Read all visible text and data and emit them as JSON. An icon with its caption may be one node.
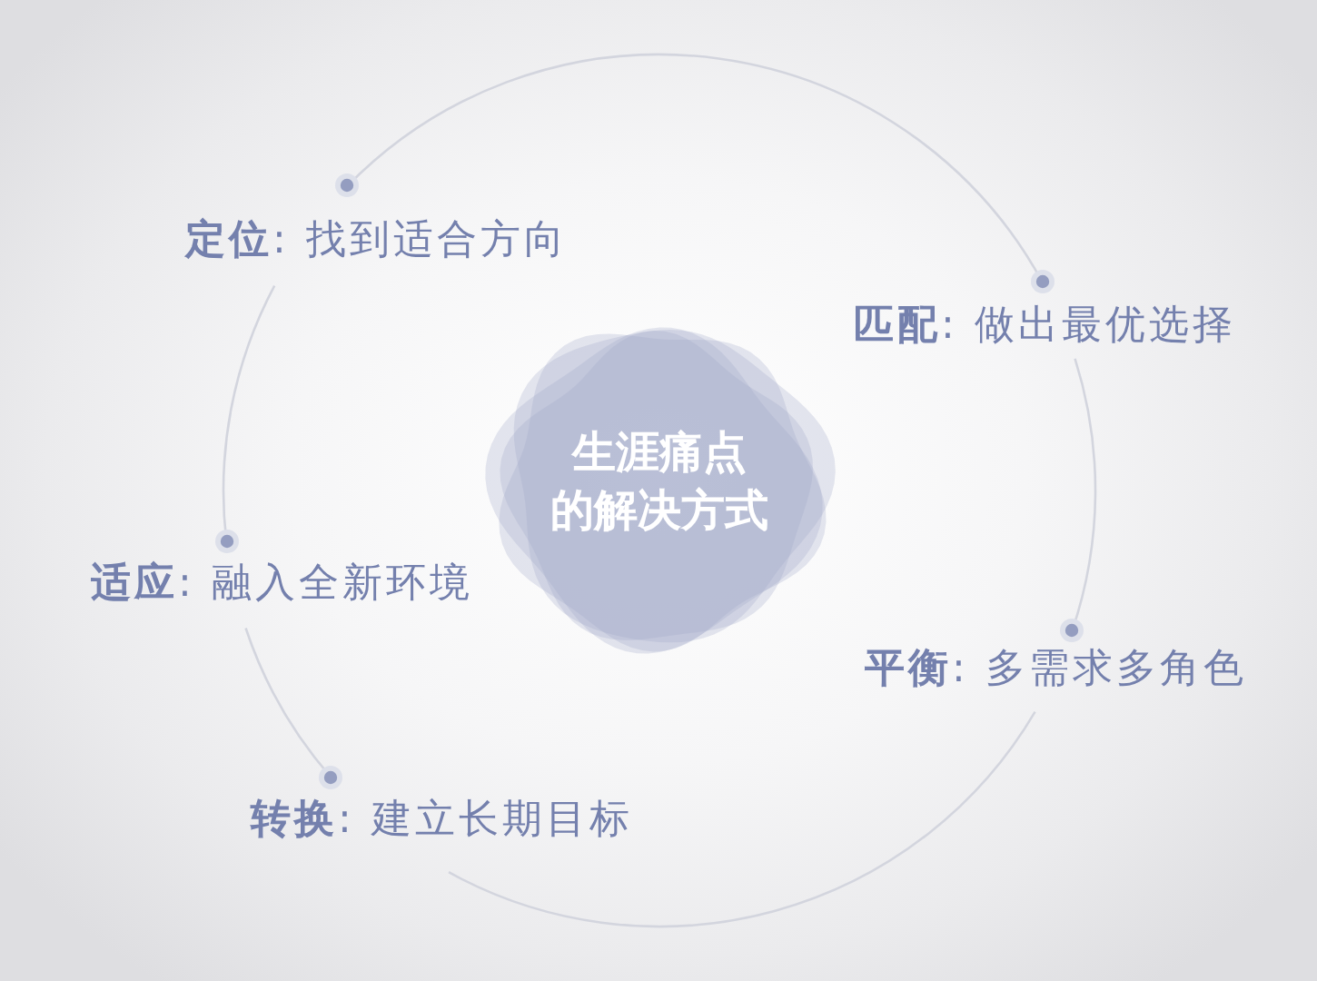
{
  "diagram": {
    "nodes": [
      {
        "text": [
          "生涯痛点的解决方式"
        ]
      }
    ],
    "labels": [
      "**定位**: 找到适合方向",
      "**匹配**: 做出最优选择",
      "**适应**: 融入全新环境",
      "**平衡**: 多需求多角色",
      "**转换**: 建立长期目标"
    ]
  }
}
